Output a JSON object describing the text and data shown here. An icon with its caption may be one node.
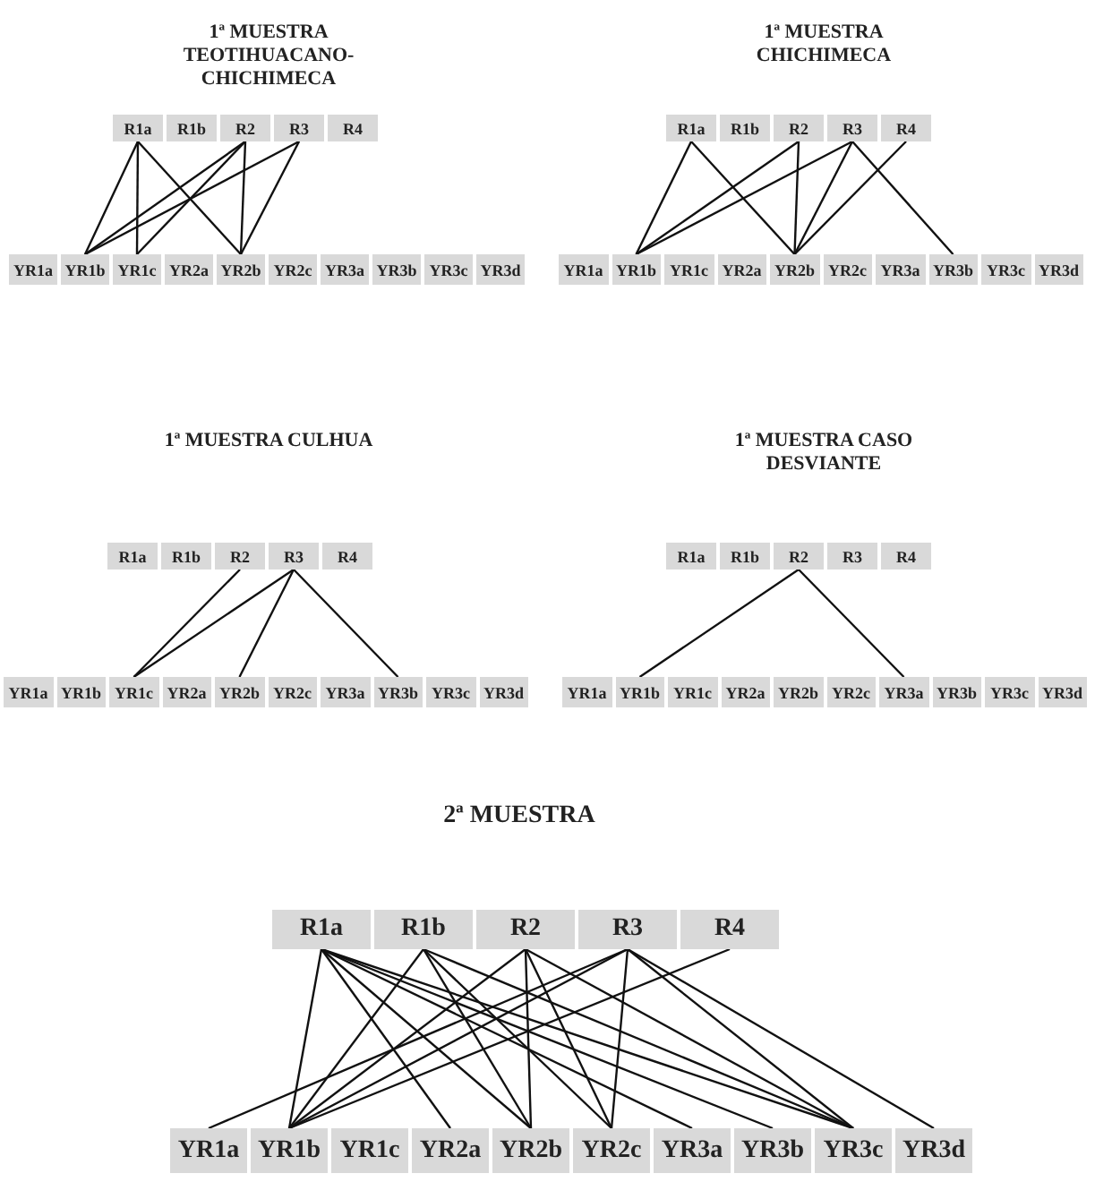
{
  "diagram": {
    "nodes": [
      {
        "text": [
          "R1a"
        ]
      },
      {
        "text": [
          "R1b"
        ]
      },
      {
        "text": [
          "R2"
        ]
      },
      {
        "text": [
          "R3"
        ]
      },
      {
        "text": [
          "R4"
        ]
      },
      {
        "text": [
          "YR1a"
        ]
      },
      {
        "text": [
          "YR1b"
        ]
      },
      {
        "text": [
          "YR1c"
        ]
      },
      {
        "text": [
          "YR2a"
        ]
      },
      {
        "text": [
          "YR2b"
        ]
      },
      {
        "text": [
          "YR2c"
        ]
      },
      {
        "text": [
          "YR3a"
        ]
      },
      {
        "text": [
          "YR3b"
        ]
      },
      {
        "text": [
          "YR3c"
        ]
      },
      {
        "text": [
          "YR3d"
        ]
      },
      {
        "text": [
          "R1a"
        ]
      },
      {
        "text": [
          "R1b"
        ]
      },
      {
        "text": [
          "R2"
        ]
      },
      {
        "text": [
          "R3"
        ]
      },
      {
        "text": [
          "R4"
        ]
      },
      {
        "text": [
          "YR1a"
        ]
      },
      {
        "text": [
          "YR1b"
        ]
      },
      {
        "text": [
          "YR1c"
        ]
      },
      {
        "text": [
          "YR2a"
        ]
      },
      {
        "text": [
          "YR2b"
        ]
      },
      {
        "text": [
          "YR2c"
        ]
      },
      {
        "text": [
          "YR3a"
        ]
      },
      {
        "text": [
          "YR3b"
        ]
      },
      {
        "text": [
          "YR3c"
        ]
      },
      {
        "text": [
          "YR3d"
        ]
      },
      {
        "text": [
          "R1a"
        ]
      },
      {
        "text": [
          "R1b"
        ]
      },
      {
        "text": [
          "R2"
        ]
      },
      {
        "text": [
          "R3"
        ]
      },
      {
        "text": [
          "R4"
        ]
      },
      {
        "text": [
          "YR1a"
        ]
      },
      {
        "text": [
          "YR1b"
        ]
      },
      {
        "text": [
          "YR1c"
        ]
      },
      {
        "text": [
          "YR2a"
        ]
      },
      {
        "text": [
          "YR2b"
        ]
      },
      {
        "text": [
          "YR2c"
        ]
      },
      {
        "text": [
          "YR3a"
        ]
      },
      {
        "text": [
          "YR3b"
        ]
      },
      {
        "text": [
          "YR3c"
        ]
      },
      {
        "text": [
          "YR3d"
        ]
      },
      {
        "text": [
          "R1a"
        ]
      },
      {
        "text": [
          "R1b"
        ]
      },
      {
        "text": [
          "R2"
        ]
      },
      {
        "text": [
          "R3"
        ]
      },
      {
        "text": [
          "R4"
        ]
      },
      {
        "text": [
          "YR1a"
        ]
      },
      {
        "text": [
          "YR1b"
        ]
      },
      {
        "text": [
          "YR1c"
        ]
      },
      {
        "text": [
          "YR2a"
        ]
      },
      {
        "text": [
          "YR2b"
        ]
      },
      {
        "text": [
          "YR2c"
        ]
      },
      {
        "text": [
          "YR3a"
        ]
      },
      {
        "text": [
          "YR3b"
        ]
      },
      {
        "text": [
          "YR3c"
        ]
      },
      {
        "text": [
          "YR3d"
        ]
      },
      {
        "text": [
          "R1a"
        ]
      },
      {
        "text": [
          "R1b"
        ]
      },
      {
        "text": [
          "R2"
        ]
      },
      {
        "text": [
          "R3"
        ]
      },
      {
        "text": [
          "R4"
        ]
      },
      {
        "text": [
          "YR1a"
        ]
      },
      {
        "text": [
          "YR1b"
        ]
      },
      {
        "text": [
          "YR1c"
        ]
      },
      {
        "text": [
          "YR2a"
        ]
      },
      {
        "text": [
          "YR2b"
        ]
      },
      {
        "text": [
          "YR2c"
        ]
      },
      {
        "text": [
          "YR3a"
        ]
      },
      {
        "text": [
          "YR3b"
        ]
      },
      {
        "text": [
          "YR3c"
        ]
      },
      {
        "text": [
          "YR3d"
        ]
      }
    ],
    "edges": [
      {
        "from": 0,
        "to": 6,
        "arrow": "none"
      },
      {
        "from": 0,
        "to": 7,
        "arrow": "none"
      },
      {
        "from": 0,
        "to": 9,
        "arrow": "none"
      },
      {
        "from": 2,
        "to": 6,
        "arrow": "none"
      },
      {
        "from": 2,
        "to": 7,
        "arrow": "none"
      },
      {
        "from": 2,
        "to": 9,
        "arrow": "none"
      },
      {
        "from": 3,
        "to": 6,
        "arrow": "none"
      },
      {
        "from": 3,
        "to": 9,
        "arrow": "none"
      },
      {
        "from": 15,
        "to": 21,
        "arrow": "none"
      },
      {
        "from": 15,
        "to": 24,
        "arrow": "none"
      },
      {
        "from": 17,
        "to": 21,
        "arrow": "none"
      },
      {
        "from": 17,
        "to": 24,
        "arrow": "none"
      },
      {
        "from": 18,
        "to": 21,
        "arrow": "none"
      },
      {
        "from": 18,
        "to": 24,
        "arrow": "none"
      },
      {
        "from": 18,
        "to": 27,
        "arrow": "none"
      },
      {
        "from": 19,
        "to": 24,
        "arrow": "none"
      },
      {
        "from": 32,
        "to": 37,
        "arrow": "none"
      },
      {
        "from": 33,
        "to": 37,
        "arrow": "none"
      },
      {
        "from": 33,
        "to": 39,
        "arrow": "none"
      },
      {
        "from": 33,
        "to": 42,
        "arrow": "none"
      },
      {
        "from": 47,
        "to": 51,
        "arrow": "none"
      },
      {
        "from": 47,
        "to": 56,
        "arrow": "none"
      },
      {
        "from": 60,
        "to": 66,
        "arrow": "none"
      },
      {
        "from": 60,
        "to": 68,
        "arrow": "none"
      },
      {
        "from": 60,
        "to": 69,
        "arrow": "none"
      },
      {
        "from": 60,
        "to": 71,
        "arrow": "none"
      },
      {
        "from": 60,
        "to": 72,
        "arrow": "none"
      },
      {
        "from": 60,
        "to": 73,
        "arrow": "none"
      },
      {
        "from": 61,
        "to": 66,
        "arrow": "none"
      },
      {
        "from": 61,
        "to": 69,
        "arrow": "none"
      },
      {
        "from": 61,
        "to": 70,
        "arrow": "none"
      },
      {
        "from": 61,
        "to": 73,
        "arrow": "none"
      },
      {
        "from": 62,
        "to": 66,
        "arrow": "none"
      },
      {
        "from": 62,
        "to": 69,
        "arrow": "none"
      },
      {
        "from": 62,
        "to": 70,
        "arrow": "none"
      },
      {
        "from": 62,
        "to": 73,
        "arrow": "none"
      },
      {
        "from": 63,
        "to": 65,
        "arrow": "none"
      },
      {
        "from": 63,
        "to": 66,
        "arrow": "none"
      },
      {
        "from": 63,
        "to": 70,
        "arrow": "none"
      },
      {
        "from": 63,
        "to": 73,
        "arrow": "none"
      },
      {
        "from": 63,
        "to": 74,
        "arrow": "none"
      },
      {
        "from": 64,
        "to": 66,
        "arrow": "none"
      }
    ],
    "labels": [
      "1ª MUESTRA TEOTIHUACANO-CHICHIMECA",
      "1ª MUESTRA CHICHIMECA",
      "1ª MUESTRA CULHUA",
      "1ª MUESTRA CASO DESVIANTE",
      "2ª MUESTRA"
    ]
  }
}
